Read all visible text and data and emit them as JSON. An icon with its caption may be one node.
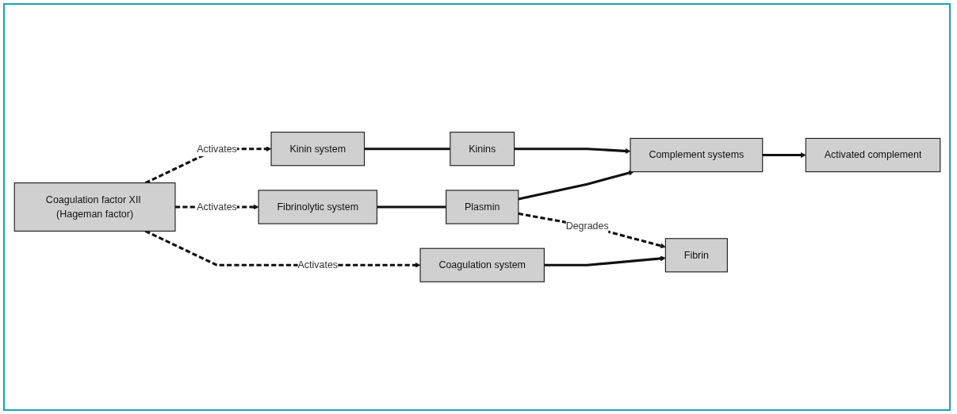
{
  "diagram": {
    "nodes": [
      {
        "text": [
          "Coagulation factor XII (Hageman factor)"
        ]
      },
      {
        "text": [
          "Kinin system"
        ]
      },
      {
        "text": [
          "Fibrinolytic system"
        ]
      },
      {
        "text": [
          "Coagulation system"
        ]
      },
      {
        "text": [
          "Kinins"
        ]
      },
      {
        "text": [
          "Plasmin"
        ]
      },
      {
        "text": [
          "Complement systems"
        ]
      },
      {
        "text": [
          "Activated complement"
        ]
      },
      {
        "text": [
          "Fibrin"
        ]
      }
    ],
    "edges": [
      {
        "from": 0,
        "to": 1,
        "arrow": "to",
        "label": "Activates",
        "style": "dashed"
      },
      {
        "from": 0,
        "to": 2,
        "arrow": "to",
        "label": "Activates",
        "style": "dashed"
      },
      {
        "from": 0,
        "to": 3,
        "arrow": "to",
        "label": "Activates",
        "style": "dashed"
      },
      {
        "from": 1,
        "to": 4,
        "arrow": "none"
      },
      {
        "from": 4,
        "to": 6,
        "arrow": "to"
      },
      {
        "from": 2,
        "to": 5,
        "arrow": "none"
      },
      {
        "from": 5,
        "to": 6,
        "arrow": "to"
      },
      {
        "from": 6,
        "to": 7,
        "arrow": "to"
      },
      {
        "from": 5,
        "to": 8,
        "arrow": "to",
        "label": "Degrades",
        "style": "dashed"
      },
      {
        "from": 3,
        "to": 8,
        "arrow": "to"
      }
    ]
  }
}
